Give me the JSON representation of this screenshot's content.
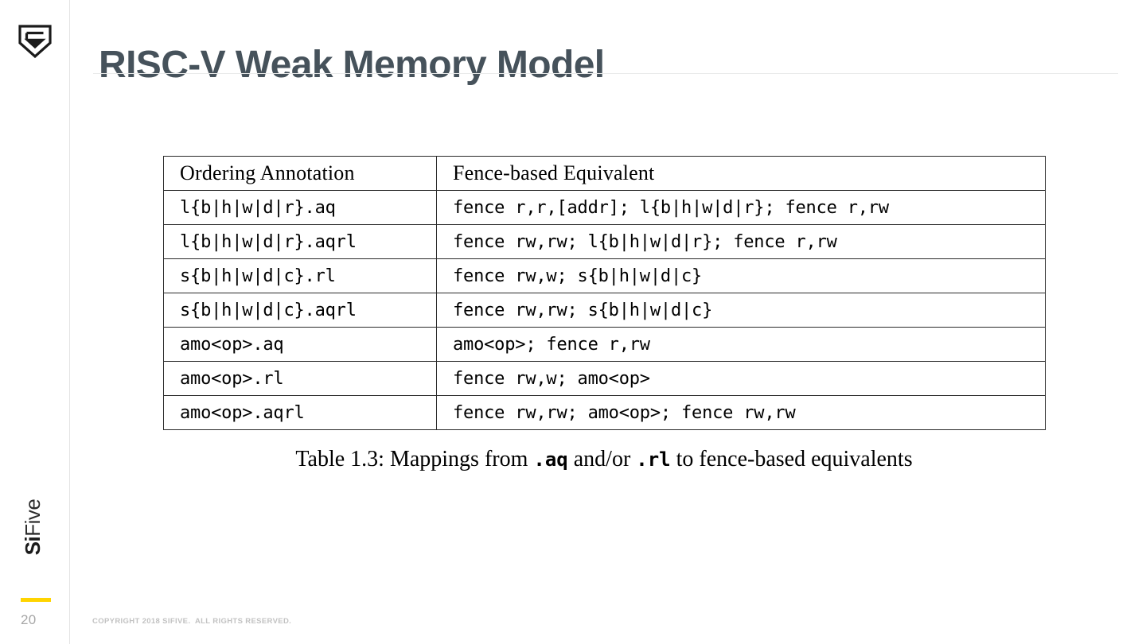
{
  "slide": {
    "title": "RISC-V Weak Memory Model",
    "page_number": "20",
    "copyright": "COPYRIGHT 2018 SIFIVE.  ALL RIGHTS RESERVED.",
    "brand": {
      "name_bold": "Si",
      "name_light": "Five",
      "logo_icon": "sifive-shield-logo",
      "accent_color": "#ffd400"
    },
    "title_color": "#46525b"
  },
  "table": {
    "headers": [
      "Ordering Annotation",
      "Fence-based Equivalent"
    ],
    "rows": [
      {
        "annotation": "l{b|h|w|d|r}.aq",
        "equivalent": "fence r,r,[addr]; l{b|h|w|d|r}; fence r,rw"
      },
      {
        "annotation": "l{b|h|w|d|r}.aqrl",
        "equivalent": "fence rw,rw; l{b|h|w|d|r}; fence r,rw"
      },
      {
        "annotation": "s{b|h|w|d|c}.rl",
        "equivalent": "fence rw,w; s{b|h|w|d|c}"
      },
      {
        "annotation": "s{b|h|w|d|c}.aqrl",
        "equivalent": "fence rw,rw; s{b|h|w|d|c}"
      },
      {
        "annotation": "amo<op>.aq",
        "equivalent": "amo<op>; fence r,rw"
      },
      {
        "annotation": "amo<op>.rl",
        "equivalent": "fence rw,w; amo<op>"
      },
      {
        "annotation": "amo<op>.aqrl",
        "equivalent": "fence rw,rw; amo<op>; fence rw,rw"
      }
    ]
  },
  "caption": {
    "part1": "Table 1.3: Mappings from ",
    "mono1": ".aq",
    "part2": " and/or ",
    "mono2": ".rl",
    "part3": " to fence-based equivalents"
  }
}
